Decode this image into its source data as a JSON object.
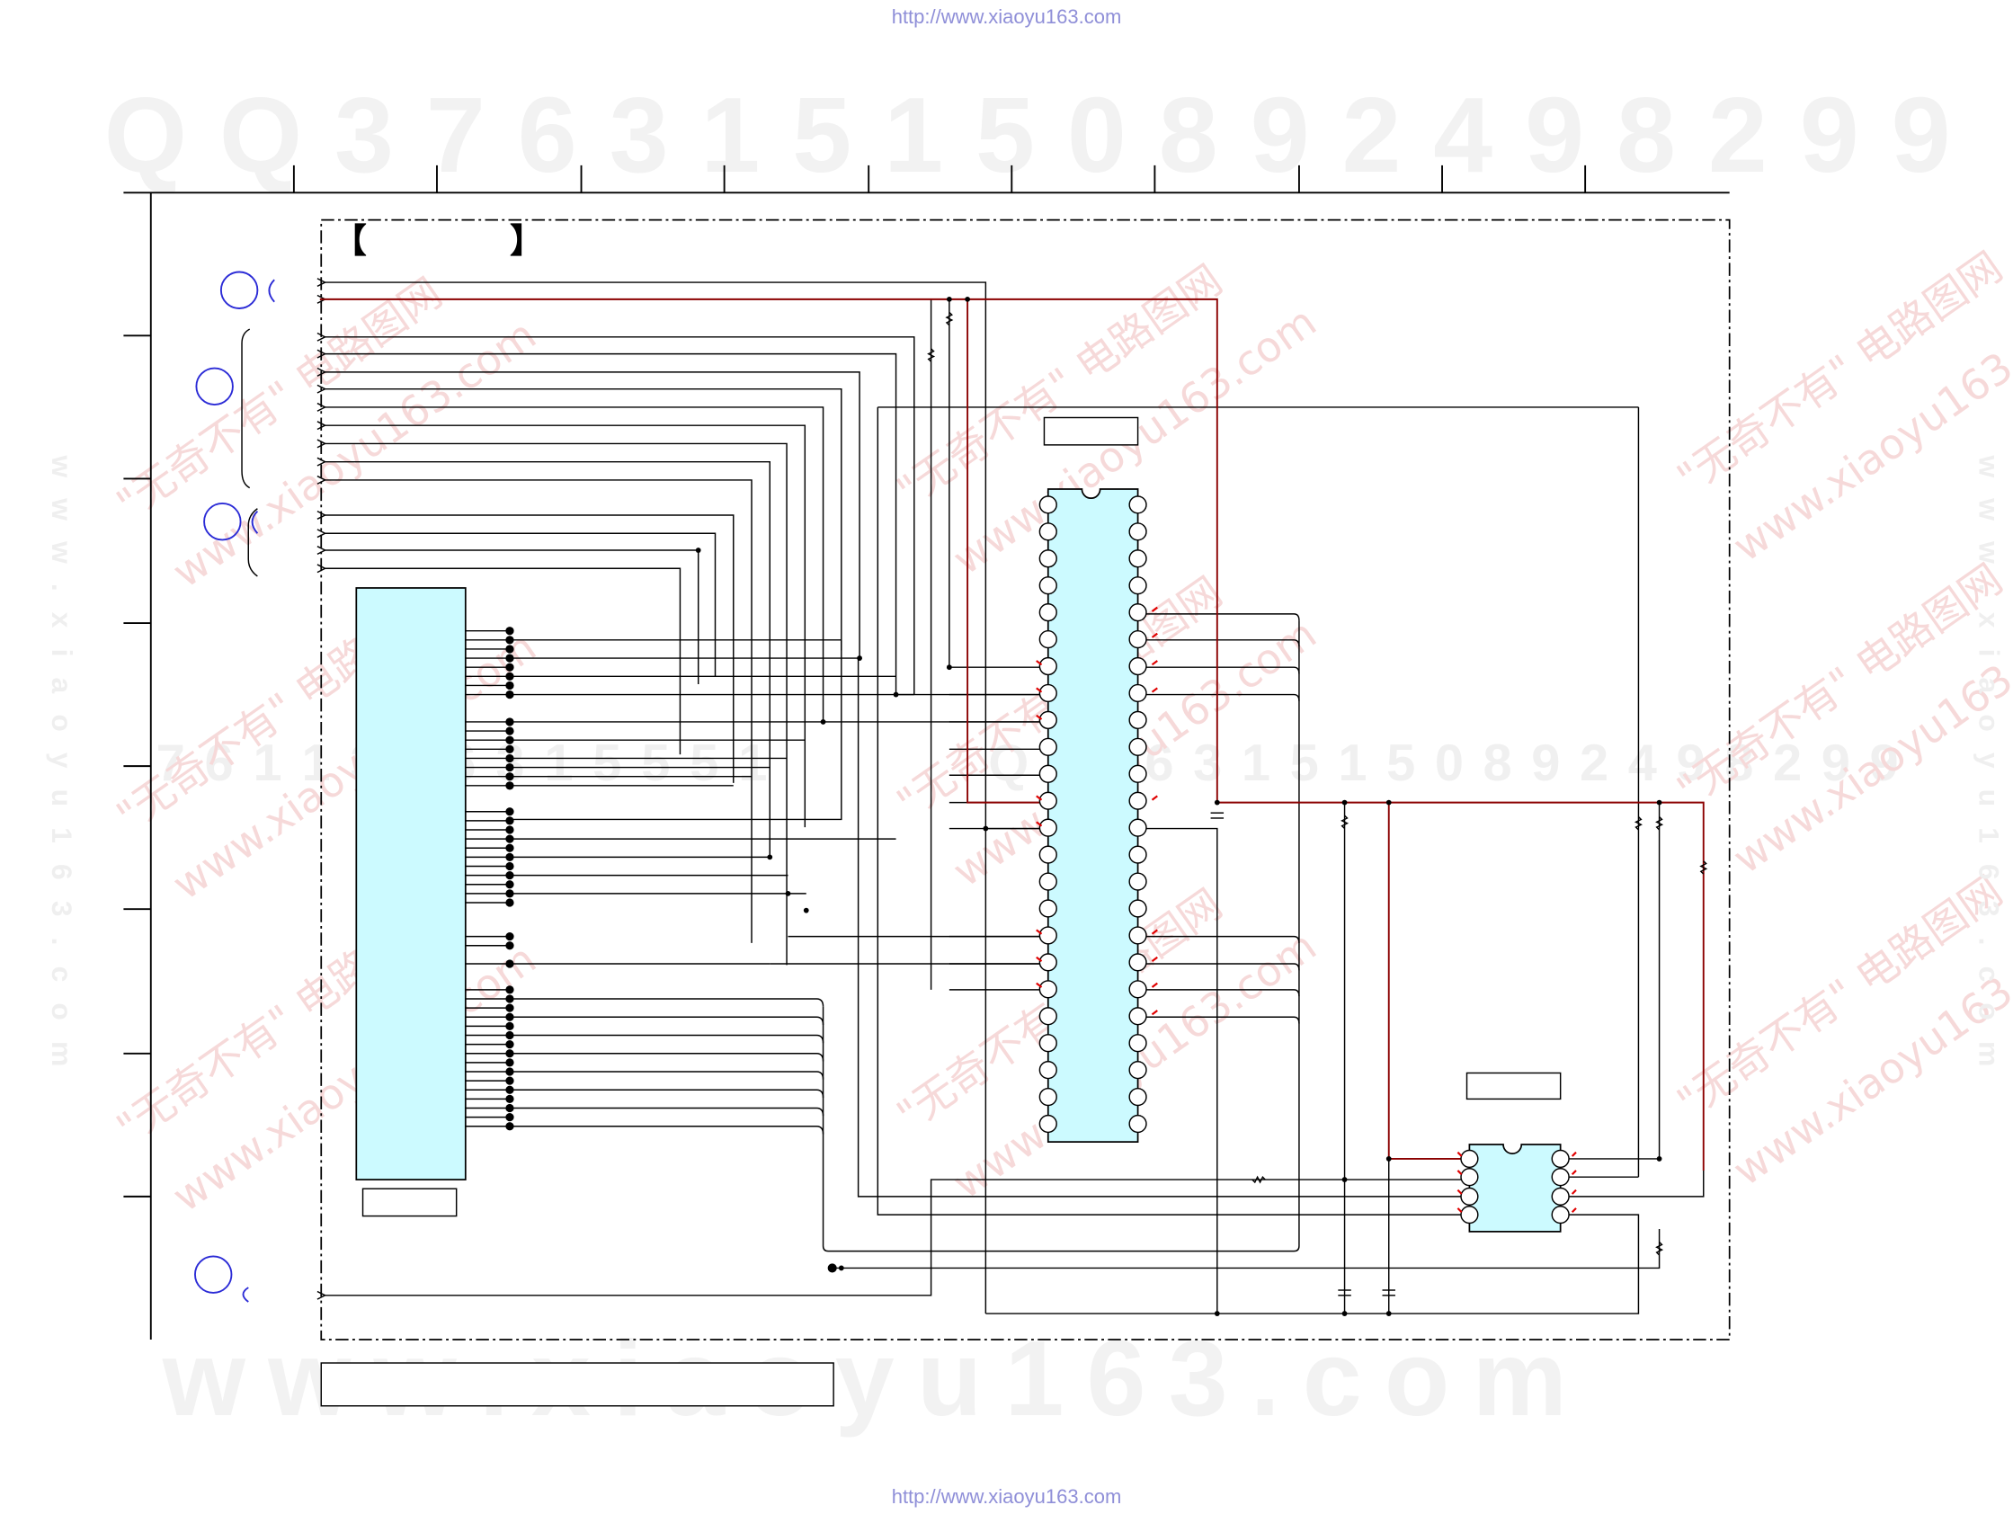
{
  "header": {
    "url": "http://www.xiaoyu163.com"
  },
  "footer": {
    "url": "http://www.xiaoyu163.com"
  },
  "watermarks": {
    "top_row": "Q Q 3 7 6 3 1 5 1 5 0       8 9 2 4 9 8 2 9 9",
    "middle_row_left": "7 6 1 1 3 7 6 3 1 5 5 5 1",
    "middle_row_right": "Q 3 7 6 3 1 5 1 5 0  8 9 2 4 9 8 2 9 9",
    "bottom_row": "w w w . x i a o y u 1 6 3 . c o m",
    "diagonal_text": "\"无奇不有\" 电路图网",
    "diagonal_url": "www.xiaoyu163.com"
  },
  "board": {
    "title_open": "【",
    "title_close": "】"
  },
  "colors": {
    "wire": "#000000",
    "power_wire": "#8b0000",
    "ic_fill": "#ccfaff",
    "connector_circle": "#2b2bd6",
    "pin_arrow": "#e00000"
  }
}
